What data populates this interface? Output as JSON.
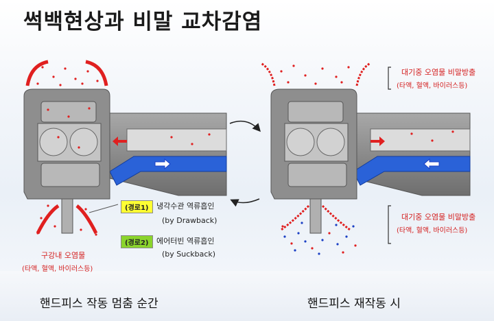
{
  "title": "썩백현상과 비말 교차감염",
  "left": {
    "oral_label": "구강내 오염물",
    "oral_sub": "(타액, 혈액, 바이러스등)",
    "path1_tag": "(경로1)",
    "path1_text": "냉각수관 역류흡인",
    "path1_by": "(by Drawback)",
    "path2_tag": "(경로2)",
    "path2_text": "에어터빈 역류흡인",
    "path2_by": "(by Suckback)",
    "caption": "핸드피스 작동 멈춤 순간"
  },
  "right": {
    "top_label": "대기중 오염물 비말방출",
    "top_sub": "(타액, 혈액, 바이러스등)",
    "bottom_label": "대기중 오염물 비말방출",
    "bottom_sub": "(타액, 혈액, 바이러스등)",
    "caption": "핸드피스 재작동 시"
  },
  "colors": {
    "red": "#d42020",
    "blue": "#1a3fc4",
    "body_gray": "#8c8c8c"
  }
}
